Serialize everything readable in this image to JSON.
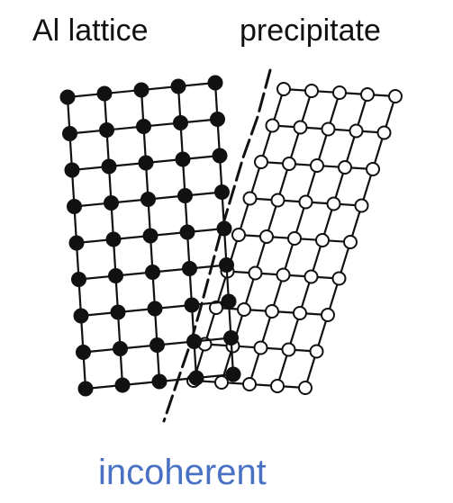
{
  "labels": {
    "left": "Al lattice",
    "right": "precipitate",
    "caption": "incoherent"
  },
  "colors": {
    "text": "#111111",
    "caption": "#4a72c4",
    "lattice": "#111111",
    "open_atom_fill": "#ffffff"
  },
  "lattices": {
    "al": {
      "atom_style": "filled",
      "columns": 5,
      "rows": 9
    },
    "precipitate": {
      "atom_style": "open",
      "columns": 5,
      "rows": 9
    }
  },
  "interface": {
    "line_style": "dashed"
  }
}
